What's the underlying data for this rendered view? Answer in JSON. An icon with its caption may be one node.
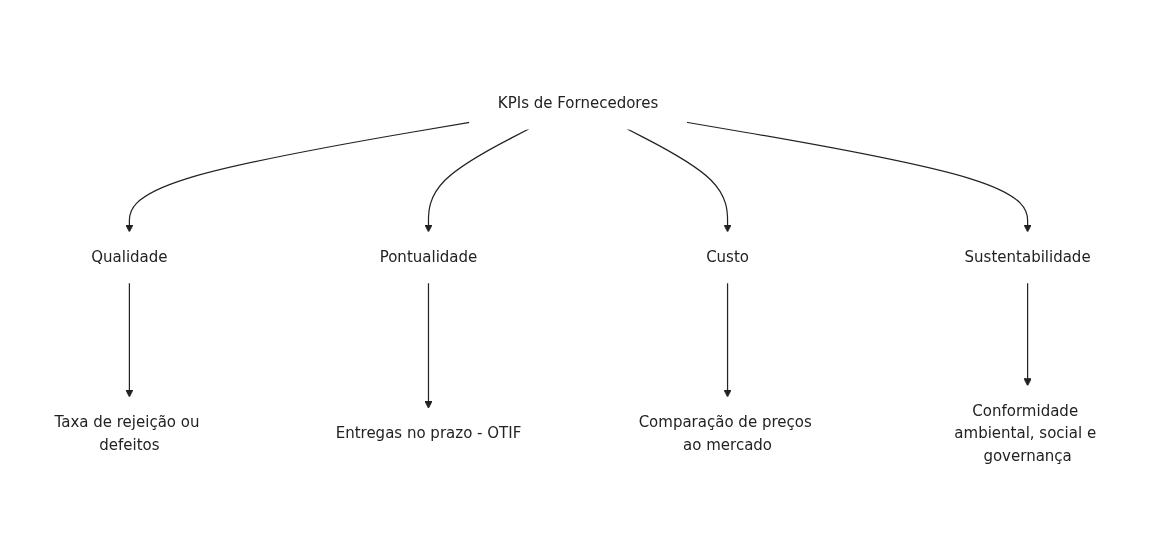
{
  "diagram": {
    "nodes": [
      {
        "text": [
          "KPIs de Fornecedores"
        ]
      },
      {
        "text": [
          "Qualidade"
        ]
      },
      {
        "text": [
          "Pontualidade"
        ]
      },
      {
        "text": [
          "Custo"
        ]
      },
      {
        "text": [
          "Sustentabilidade"
        ]
      },
      {
        "text": [
          "Taxa de rejeição ou defeitos"
        ]
      },
      {
        "text": [
          "Entregas no prazo - OTIF"
        ]
      },
      {
        "text": [
          "Comparação de preços ao mercado"
        ]
      },
      {
        "text": [
          "Conformidade ambiental, social e governança"
        ]
      }
    ],
    "edges": [
      {
        "from": 0,
        "to": 1,
        "arrow": "to"
      },
      {
        "from": 0,
        "to": 2,
        "arrow": "to"
      },
      {
        "from": 0,
        "to": 3,
        "arrow": "to"
      },
      {
        "from": 0,
        "to": 4,
        "arrow": "to"
      },
      {
        "from": 1,
        "to": 5,
        "arrow": "to"
      },
      {
        "from": 2,
        "to": 6,
        "arrow": "to"
      },
      {
        "from": 3,
        "to": 7,
        "arrow": "to"
      },
      {
        "from": 4,
        "to": 8,
        "arrow": "to"
      }
    ]
  }
}
